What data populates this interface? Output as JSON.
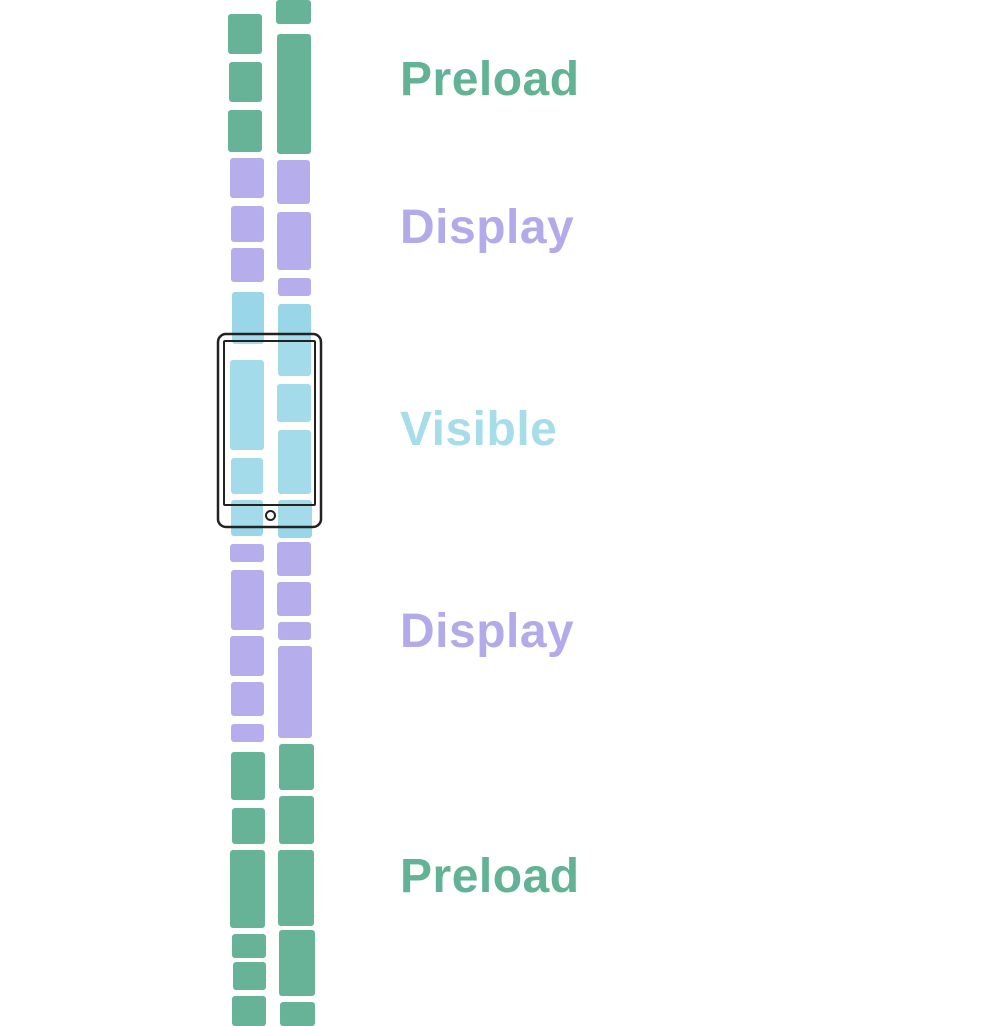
{
  "labels": {
    "preload_top": "Preload",
    "display_top": "Display",
    "visible": "Visible",
    "display_bottom": "Display",
    "preload_bottom": "Preload"
  },
  "colors": {
    "preload": "#62b296",
    "display": "#b3aaea",
    "visible": "#a6dde9",
    "tile_preload": "#5aac8f",
    "tile_display": "#b0a6ec",
    "tile_visible": "#8fd2e6",
    "device_frame": "#222222"
  },
  "icons": {
    "device": "tablet-icon",
    "home_button": "home-button-icon"
  }
}
